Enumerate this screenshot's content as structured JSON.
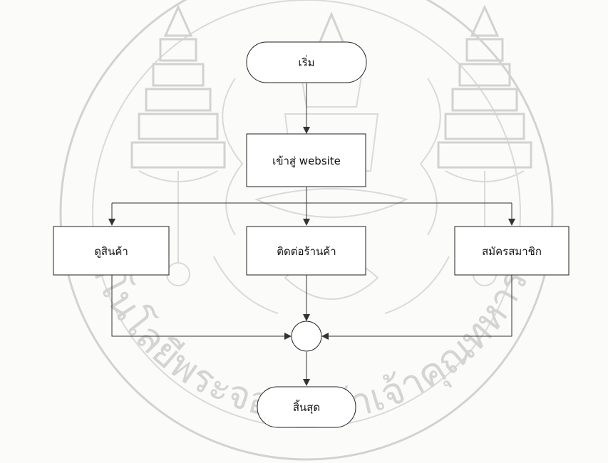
{
  "watermark": {
    "text": "สถาบันเทคโนโลยีพระจอมเกล้าเจ้าคุณทหารลาดกระบัง",
    "description": "university seal watermark"
  },
  "flowchart": {
    "start": "เริ่ม",
    "enter": "เข้าสู่ website",
    "view_products": "ดูสินค้า",
    "contact_shop": "ติดต่อร้านค้า",
    "register": "สมัครสมาชิก",
    "end": "สิ้นสุด"
  },
  "colors": {
    "line": "#333333",
    "node_fill": "#ffffff",
    "watermark": "#d2d2d2"
  }
}
